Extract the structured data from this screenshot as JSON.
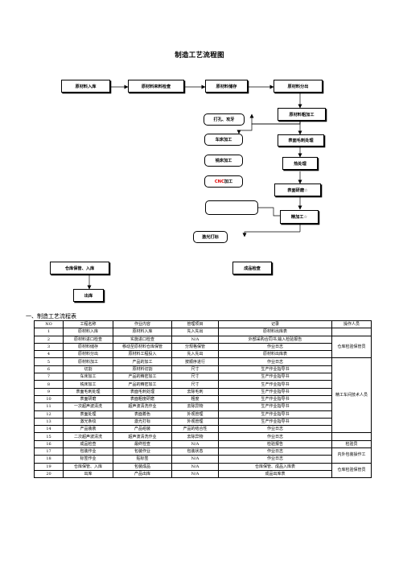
{
  "title": "制造工艺流程图",
  "flowchart": {
    "top_row": [
      "原材料入库",
      "原材料来料检查",
      "原材料储存",
      "原材料分出"
    ],
    "middle_left": [
      "打孔、攻牙",
      "车床加工",
      "铣床加工"
    ],
    "cnc": {
      "prefix": "CNC",
      "suffix": " 加工"
    },
    "blank_box": "",
    "laser": "激光打标",
    "right_column": [
      "原材料粗加工",
      "表面毛刺处理",
      "热处理",
      "表面研磨☆",
      "精加工☆"
    ],
    "bottom_left": [
      "仓库保管、入库",
      "出库"
    ],
    "bottom_right": "成品检查"
  },
  "section_title": "一、制造工艺流程表",
  "table": {
    "headers": [
      "NO",
      "工程名称",
      "作业内容",
      "管理项目",
      "记录",
      "操作人员"
    ],
    "rows": [
      [
        "1",
        "原材料入库",
        "原材料入库",
        "先入先出",
        "原材料出库表"
      ],
      [
        "2",
        "原材料进口检查",
        "实施进口检查",
        "N/A",
        "外部采购合同书,输入检验报告"
      ],
      [
        "3",
        "原材料储存",
        "移动至原材料仓库保管",
        "分规格保管",
        "作业日志"
      ],
      [
        "4",
        "原材料分出",
        "原材料工程投入",
        "先入先出",
        "原材料出库表"
      ],
      [
        "5",
        "原材料加工",
        "产品的加工",
        "按顺序进行",
        "作业日志"
      ],
      [
        "6",
        "切割",
        "原材料切割",
        "尺寸",
        "生产作业指导书"
      ],
      [
        "7",
        "车床加工",
        "产品的精密加工",
        "尺寸",
        "生产作业指导书"
      ],
      [
        "8",
        "铣床加工",
        "产品的精密加工",
        "尺寸",
        "生产作业指导书"
      ],
      [
        "9",
        "表面毛刺处理",
        "表面毛刺处理",
        "去除毛刺",
        "生产作业指导书"
      ],
      [
        "10",
        "表面研磨",
        "表面粗度研磨",
        "粗度",
        "生产作业指导书"
      ],
      [
        "11",
        "一次超声波清洗",
        "超声波清洗作业",
        "去除异物",
        "生产作业指导书"
      ],
      [
        "12",
        "表面处理",
        "表面着色",
        "外观管理",
        "生产作业指导书"
      ],
      [
        "13",
        "激光条纹",
        "激光打标",
        "外观管理",
        "生产作业指导书"
      ],
      [
        "14",
        "产品装裝",
        "产品组装",
        "产品的结合性",
        "作业日志"
      ],
      [
        "15",
        "二次超声波清洗",
        "超声波清洗作业",
        "去除异物",
        "作业日志"
      ],
      [
        "16",
        "成品检查",
        "最终检查",
        "N/A",
        "检验报告"
      ],
      [
        "17",
        "包装作业",
        "包装作业",
        "包装状态",
        "作业日志"
      ],
      [
        "18",
        "标签作业",
        "贴标签",
        "N/A",
        "作业日志"
      ],
      [
        "19",
        "仓库保管、入库",
        "包装成品",
        "N/A",
        "仓库保管、成品入库表"
      ],
      [
        "20",
        "出库",
        "产品出库",
        "N/A",
        "成品出库表"
      ]
    ],
    "operators": {
      "warehouse_inspection": "仓库检验保管员",
      "workshop_tech": "精工车间技术人员",
      "inspector": "检验员",
      "packer": "内外包装操作工",
      "warehouse_keeper": "仓库检验保管员"
    }
  }
}
